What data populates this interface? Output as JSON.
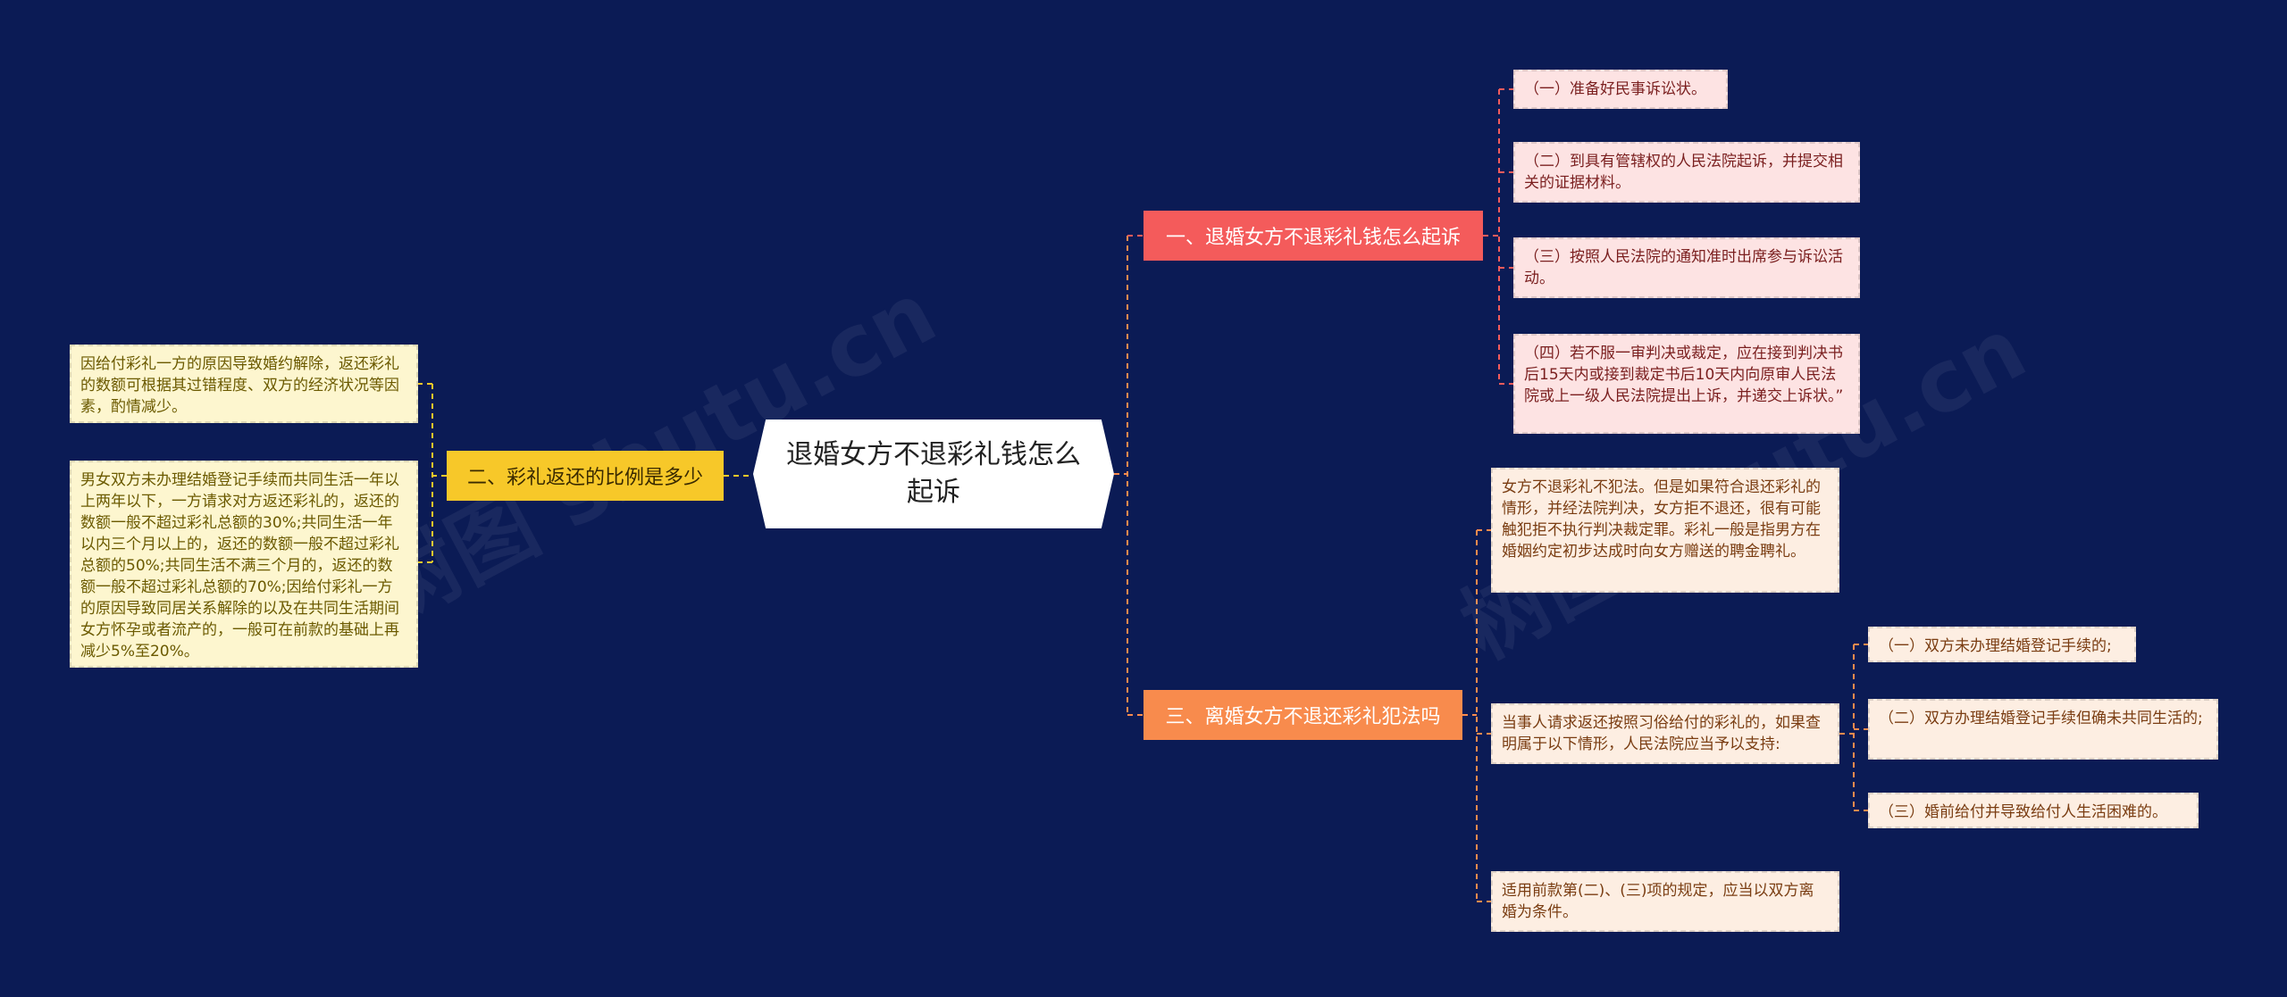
{
  "root": {
    "title": "退婚女方不退彩礼钱怎么起诉"
  },
  "branches": [
    {
      "label": "一、退婚女方不退彩礼钱怎么起诉",
      "color": "#f45b5b",
      "children": [
        "（一）准备好民事诉讼状。",
        "（二）到具有管辖权的人民法院起诉，并提交相关的证据材料。",
        "（三）按照人民法院的通知准时出席参与诉讼活动。",
        "（四）若不服一审判决或裁定，应在接到判决书后15天内或接到裁定书后10天内向原审人民法院或上一级人民法院提出上诉，并递交上诉状。”"
      ]
    },
    {
      "label": "二、彩礼返还的比例是多少",
      "color": "#f7c829",
      "children": [
        "因给付彩礼一方的原因导致婚约解除，返还彩礼的数额可根据其过错程度、双方的经济状况等因素，酌情减少。",
        "男女双方未办理结婚登记手续而共同生活一年以上两年以下，一方请求对方返还彩礼的，返还的数额一般不超过彩礼总额的30%;共同生活一年以内三个月以上的，返还的数额一般不超过彩礼总额的50%;共同生活不满三个月的，返还的数额一般不超过彩礼总额的70%;因给付彩礼一方的原因导致同居关系解除的以及在共同生活期间女方怀孕或者流产的，一般可在前款的基础上再减少5%至20%。"
      ]
    },
    {
      "label": "三、离婚女方不退还彩礼犯法吗",
      "color": "#f88b4d",
      "children": [
        "女方不退彩礼不犯法。但是如果符合退还彩礼的情形，并经法院判决，女方拒不退还，很有可能触犯拒不执行判决裁定罪。彩礼一般是指男方在婚姻约定初步达成时向女方赠送的聘金聘礼。",
        "当事人请求返还按照习俗给付的彩礼的，如果查明属于以下情形，人民法院应当予以支持:",
        "适用前款第(二)、(三)项的规定，应当以双方离婚为条件。"
      ],
      "sub_children": [
        "（一）双方未办理结婚登记手续的;",
        "（二）双方办理结婚登记手续但确未共同生活的;",
        "（三）婚前给付并导致给付人生活困难的。"
      ]
    }
  ],
  "watermark": "树图 shutu.cn"
}
